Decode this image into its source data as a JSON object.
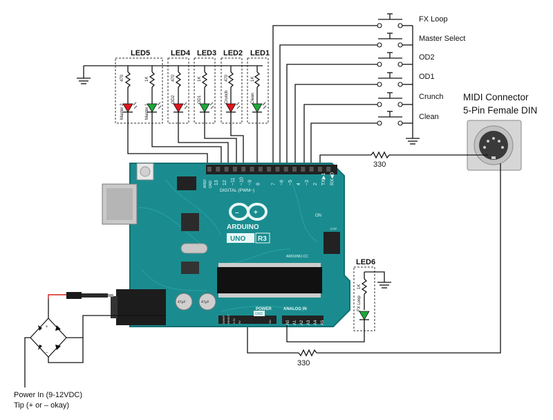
{
  "switches": [
    {
      "label": "FX Loop"
    },
    {
      "label": "Master Select"
    },
    {
      "label": "OD2"
    },
    {
      "label": "OD1"
    },
    {
      "label": "Crunch"
    },
    {
      "label": "Clean"
    }
  ],
  "leds": [
    {
      "title": "LED5",
      "r1": "470",
      "r2": "1K",
      "n1": "Master 2",
      "n2": "Master 1",
      "c1": "#e0161b",
      "c2": "#1ea83a"
    },
    {
      "title": "LED4",
      "r1": "470",
      "n1": "OD2",
      "c1": "#e0161b"
    },
    {
      "title": "LED3",
      "r1": "1K",
      "n1": "OD1",
      "c1": "#1ea83a"
    },
    {
      "title": "LED2",
      "r1": "470",
      "n1": "Crunch",
      "c1": "#e0161b"
    },
    {
      "title": "LED1",
      "r1": "1K",
      "n1": "Clean",
      "c1": "#1ea83a"
    }
  ],
  "led6": {
    "title": "LED6",
    "r": "1K",
    "name": "FX Loop",
    "color": "#1ea83a"
  },
  "midi": {
    "line1": "MIDI Connector",
    "line2": "5-Pin Female DIN"
  },
  "resistor_top": "330",
  "resistor_bottom": "330",
  "power": {
    "line1": "Power In (9-12VDC)",
    "line2": "Tip (+ or – okay)"
  },
  "board": {
    "brand": "ARDUINO",
    "model_a": "UNO",
    "model_b": "R3",
    "digital_label": "DIGITAL (PWM~)",
    "power_label": "POWER",
    "analog_label": "ANALOG IN",
    "url": "ARDUINO.CC",
    "on_label": "ON",
    "aref": "AREF",
    "gnd": "GND",
    "icsp": "ICSP",
    "reset": "RESET",
    "ioref": "IOREF",
    "v33": "3.3V",
    "v5": "5V",
    "vin": "Vin",
    "gnd_bottom": "GND",
    "digital_pins": [
      "13",
      "12",
      "~11",
      "~10",
      "~9",
      "8",
      "7",
      "~6",
      "~5",
      "4",
      "~3",
      "2",
      "TX▶1",
      "RX◀0"
    ],
    "analog_pins": [
      "A0",
      "A1",
      "A2",
      "A3",
      "A4",
      "A5"
    ],
    "cap_label": "47µF"
  },
  "colors": {
    "pcb": "#1a8c8f",
    "pcb_dark": "#0f6f72",
    "red_led": "#e0161b",
    "green_led": "#1ea83a"
  }
}
